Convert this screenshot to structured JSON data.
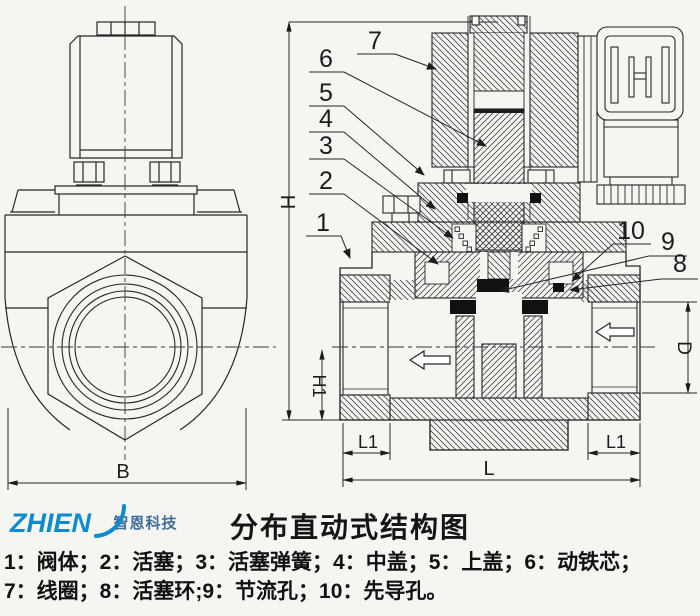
{
  "drawing": {
    "callouts": {
      "c1": "1",
      "c2": "2",
      "c3": "3",
      "c4": "4",
      "c5": "5",
      "c6": "6",
      "c7": "7",
      "c8": "8",
      "c9": "9",
      "c10": "10"
    },
    "dimensions": {
      "h": "H",
      "h1": "H1",
      "b": "B",
      "l": "L",
      "l1_left": "L1",
      "l1_right": "L1",
      "d": "D"
    }
  },
  "footer": {
    "logo": {
      "brand": "ZHIEN",
      "company": "智恩科技"
    },
    "title": "分布直动式结构图",
    "legend_line1": "1：阀体；2：活塞；3：活塞弹簧；4：中盖；5：上盖；6：动铁芯；",
    "legend_line2": "7：线圈；8：活塞环;9：节流孔；10：先导孔。"
  },
  "colors": {
    "line": "#262626",
    "brand_blue": "#0d8ccd",
    "company_blue": "#3f6e99",
    "paper": "#f5f5f2"
  }
}
